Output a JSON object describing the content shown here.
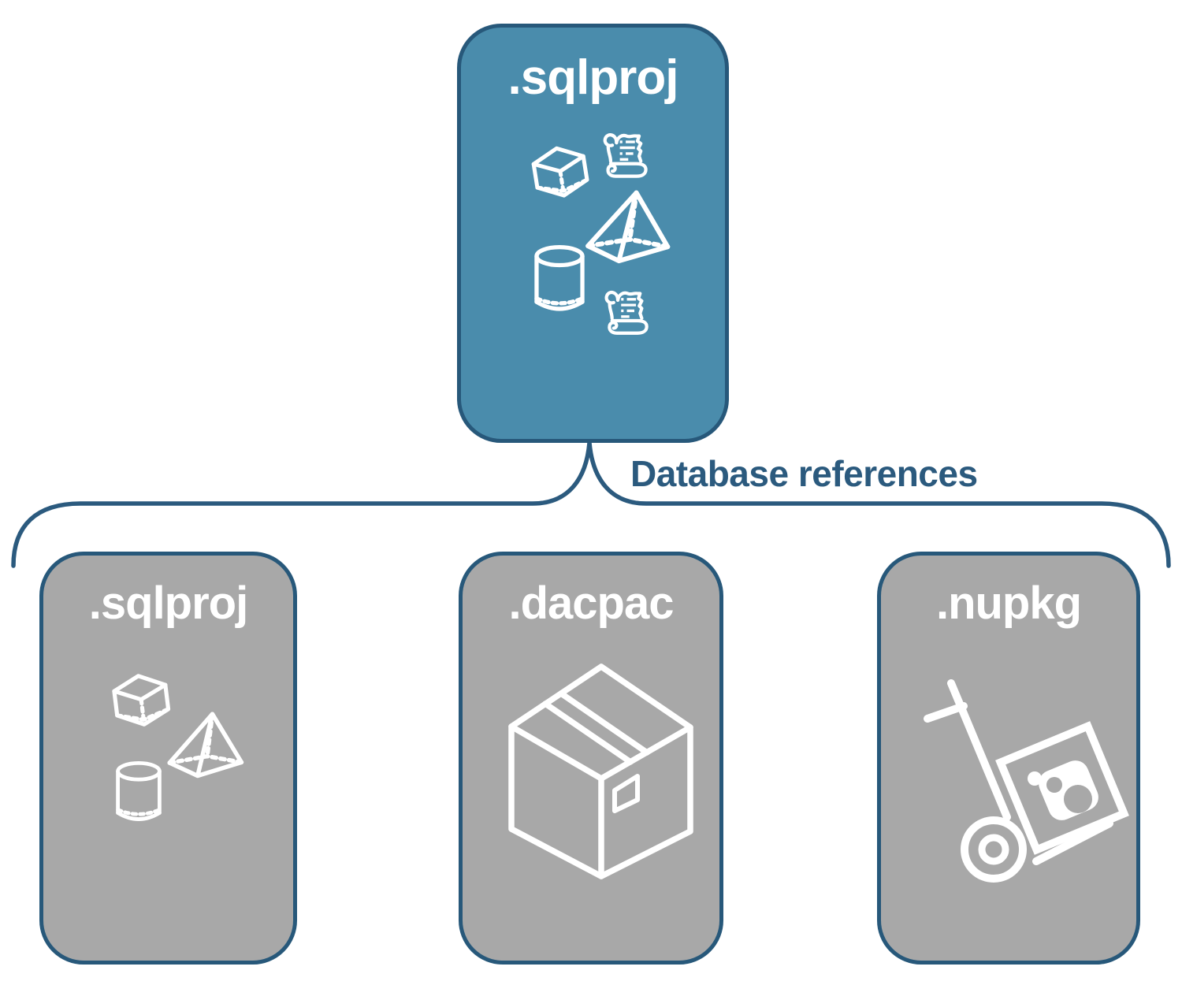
{
  "diagram": {
    "type": "hierarchy",
    "root": {
      "label": ".sqlproj",
      "icons": [
        "cube-icon",
        "script-scroll-icon",
        "pyramid-icon",
        "cylinder-icon",
        "script-scroll-icon"
      ]
    },
    "edge": {
      "label": "Database references"
    },
    "children": [
      {
        "label": ".sqlproj",
        "icons": [
          "cube-icon",
          "pyramid-icon",
          "cylinder-icon"
        ]
      },
      {
        "label": ".dacpac",
        "icons": [
          "package-box-icon"
        ]
      },
      {
        "label": ".nupkg",
        "icons": [
          "hand-truck-package-icon"
        ]
      }
    ],
    "colors": {
      "root_fill": "#4a8cac",
      "child_fill": "#a8a8a8",
      "outline": "#27587a",
      "edge_label_text": "#2b5a7e",
      "icon": "#ffffff",
      "background": "#ffffff"
    }
  }
}
